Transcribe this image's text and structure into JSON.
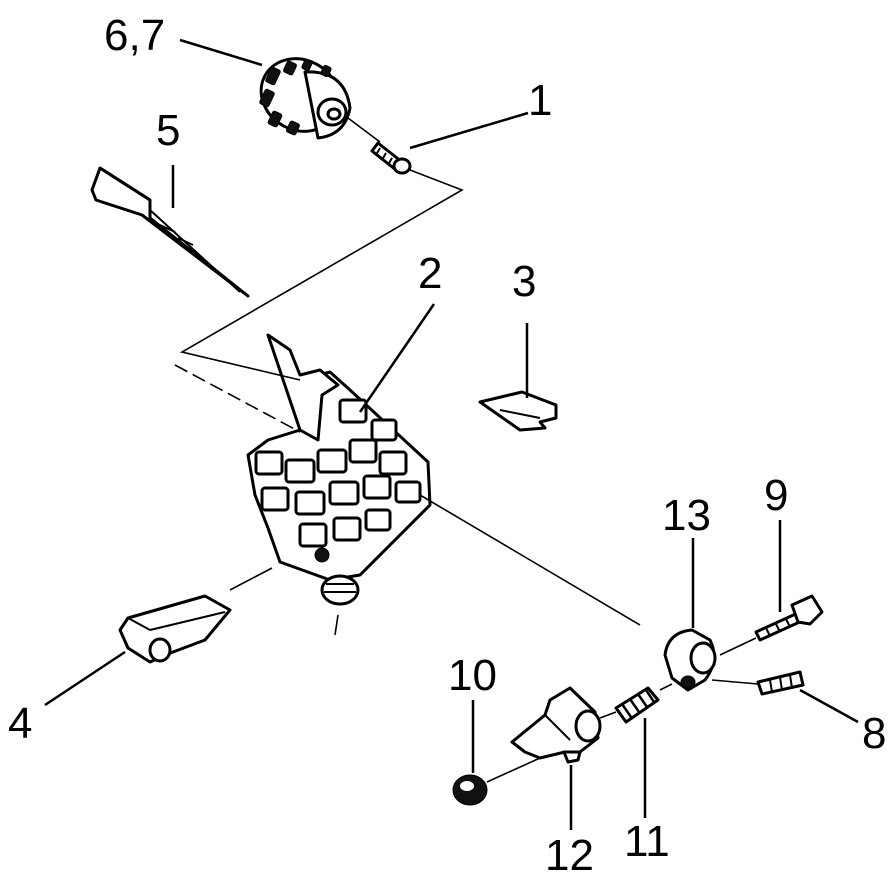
{
  "diagram": {
    "labels": [
      "1",
      "2",
      "3",
      "4",
      "5",
      "6,7",
      "8",
      "9",
      "10",
      "11",
      "12",
      "13"
    ]
  }
}
